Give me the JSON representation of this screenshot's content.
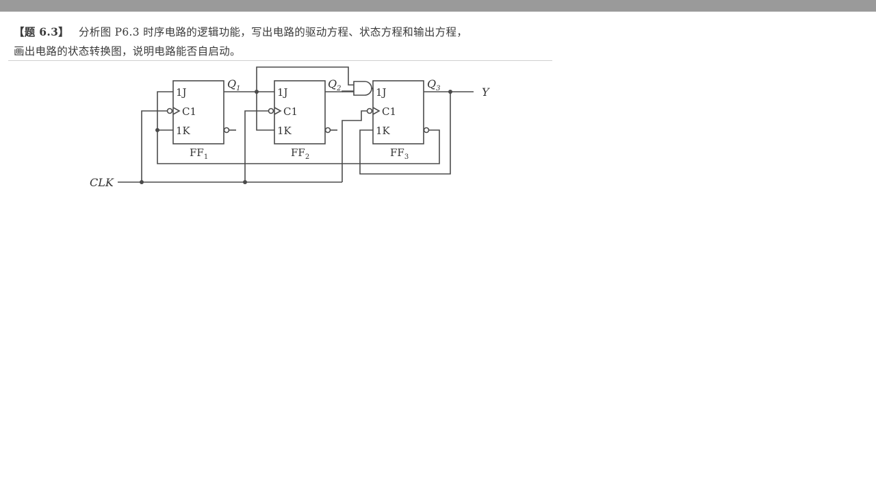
{
  "problem": {
    "label": "【题 6.3】",
    "line1": "分析图 P6.3 时序电路的逻辑功能，写出电路的驱动方程、状态方程和输出方程，",
    "line2": "画出电路的状态转换图，说明电路能否自启动。"
  },
  "circuit": {
    "clock_label": "CLK",
    "output_label": "Y",
    "flip_flops": [
      {
        "name": "FF",
        "sub": "1",
        "j": "1J",
        "c": "C1",
        "k": "1K",
        "q": "Q",
        "q_sub": "1"
      },
      {
        "name": "FF",
        "sub": "2",
        "j": "1J",
        "c": "C1",
        "k": "1K",
        "q": "Q",
        "q_sub": "2"
      },
      {
        "name": "FF",
        "sub": "3",
        "j": "1J",
        "c": "C1",
        "k": "1K",
        "q": "Q",
        "q_sub": "3"
      }
    ]
  },
  "colors": {
    "top_bar": "#9a9a9a",
    "line": "#4a4a4a",
    "text": "#3a3a3a"
  }
}
